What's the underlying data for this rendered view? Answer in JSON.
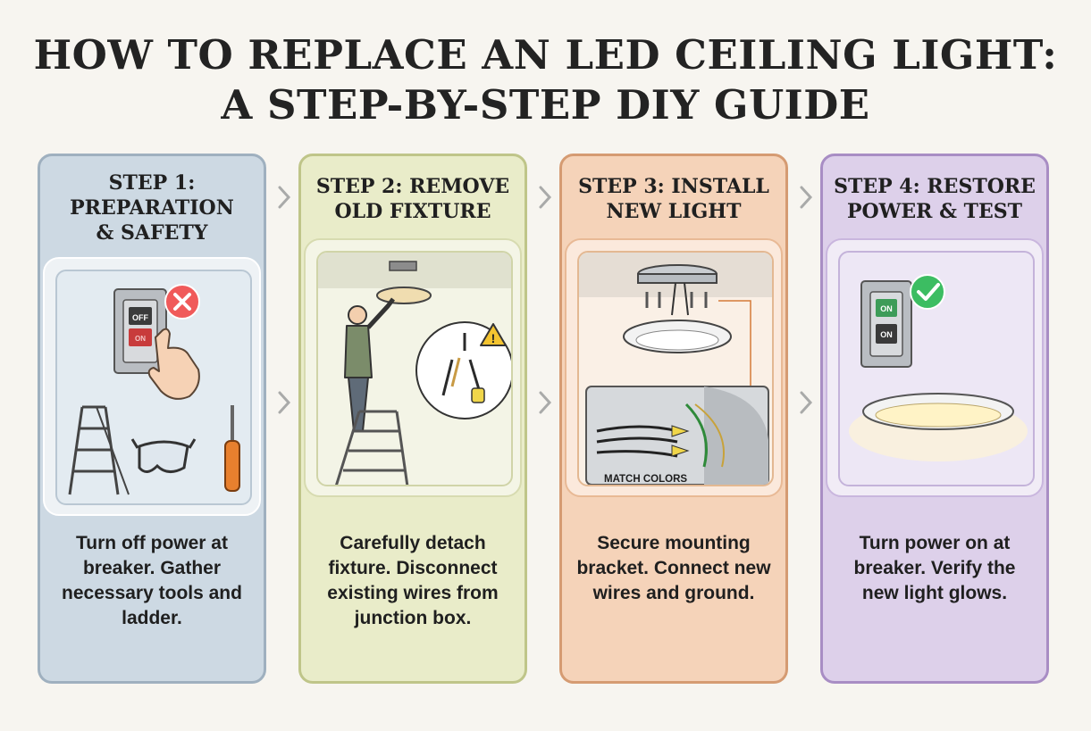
{
  "title": {
    "line1": "HOW TO REPLACE AN LED CEILING LIGHT:",
    "line2": "A STEP-BY-STEP DIY GUIDE"
  },
  "steps": [
    {
      "title_lines": [
        "STEP 1:",
        "PREPARATION",
        "& SAFETY"
      ],
      "description": "Turn off power at breaker. Gather necessary tools and ladder.",
      "breaker_label": "OFF",
      "breaker_label2": "ON",
      "status_icon": "x-circle-icon",
      "tools": [
        "ladder-icon",
        "safety-glasses-icon",
        "screwdriver-icon"
      ]
    },
    {
      "title_lines": [
        "STEP 2: REMOVE",
        "OLD FIXTURE"
      ],
      "description": "Carefully detach fixture. Disconnect existing wires from junction box.",
      "status_icon": "warning-icon"
    },
    {
      "title_lines": [
        "STEP 3: INSTALL",
        "NEW LIGHT"
      ],
      "description": "Secure mounting bracket. Connect new wires and ground.",
      "callout_label": "MATCH COLORS"
    },
    {
      "title_lines": [
        "STEP 4: RESTORE",
        "POWER & TEST"
      ],
      "description": "Turn power on at breaker. Verify the new light glows.",
      "breaker_label": "ON",
      "breaker_label2": "ON",
      "status_icon": "check-circle-icon"
    }
  ],
  "colors": {
    "step1": "#cdd9e3",
    "step2": "#e9ecc9",
    "step3": "#f5d3b9",
    "step4": "#ddd0ea",
    "error_red": "#f05a5a",
    "success_green": "#3cbd62",
    "warning_yellow": "#f4c430"
  }
}
